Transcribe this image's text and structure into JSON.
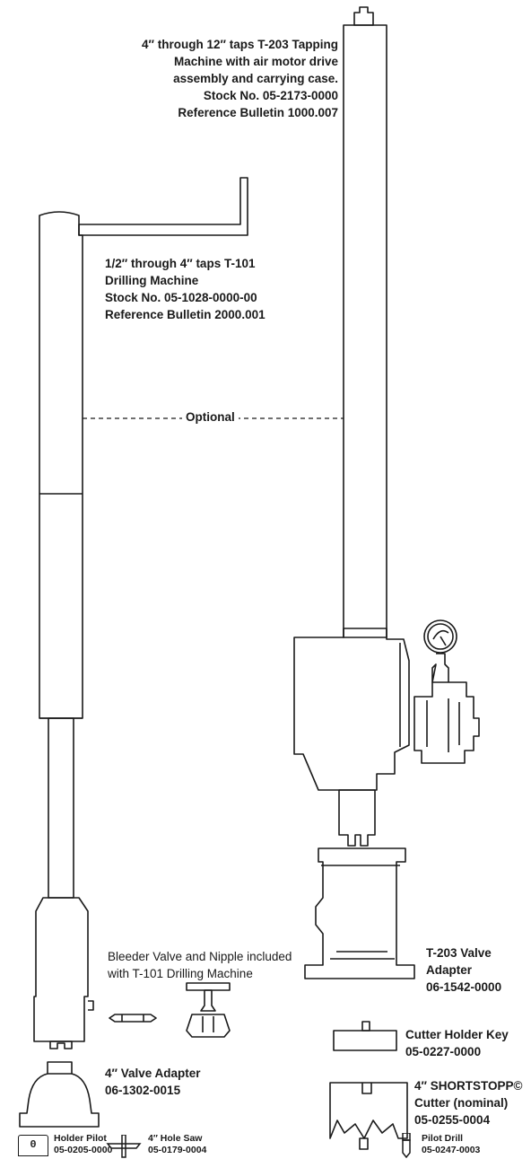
{
  "t203_machine": {
    "lines": [
      "4″ through 12″ taps T-203 Tapping",
      "Machine with air motor drive",
      "assembly and carrying case.",
      "Stock No. 05-2173-0000",
      "Reference Bulletin 1000.007"
    ]
  },
  "t101_machine": {
    "lines": [
      "1/2″ through 4″ taps T-101",
      "Drilling Machine",
      "Stock No. 05-1028-0000-00",
      "Reference Bulletin 2000.001"
    ]
  },
  "optional_label": "Optional",
  "bleeder_note": {
    "lines": [
      "Bleeder Valve and Nipple included",
      "with T-101 Drilling Machine"
    ]
  },
  "t203_valve_adapter": {
    "lines": [
      "T-203 Valve",
      "Adapter",
      "06-1542-0000"
    ]
  },
  "cutter_holder_key": {
    "lines": [
      "Cutter Holder Key",
      "05-0227-0000"
    ]
  },
  "shortstopp_cutter": {
    "lines": [
      "4″ SHORTSTOPP©",
      "Cutter (nominal)",
      "05-0255-0004"
    ]
  },
  "pilot_drill": {
    "lines": [
      "Pilot Drill",
      "05-0247-0003"
    ]
  },
  "valve_adapter_4in": {
    "lines": [
      "4″ Valve Adapter",
      "06-1302-0015"
    ]
  },
  "holder_pilot": {
    "lines": [
      "Holder Pilot",
      "05-0205-0000"
    ]
  },
  "hole_saw": {
    "lines": [
      "4″ Hole Saw",
      "05-0179-0004"
    ],
    "marking": "0"
  }
}
